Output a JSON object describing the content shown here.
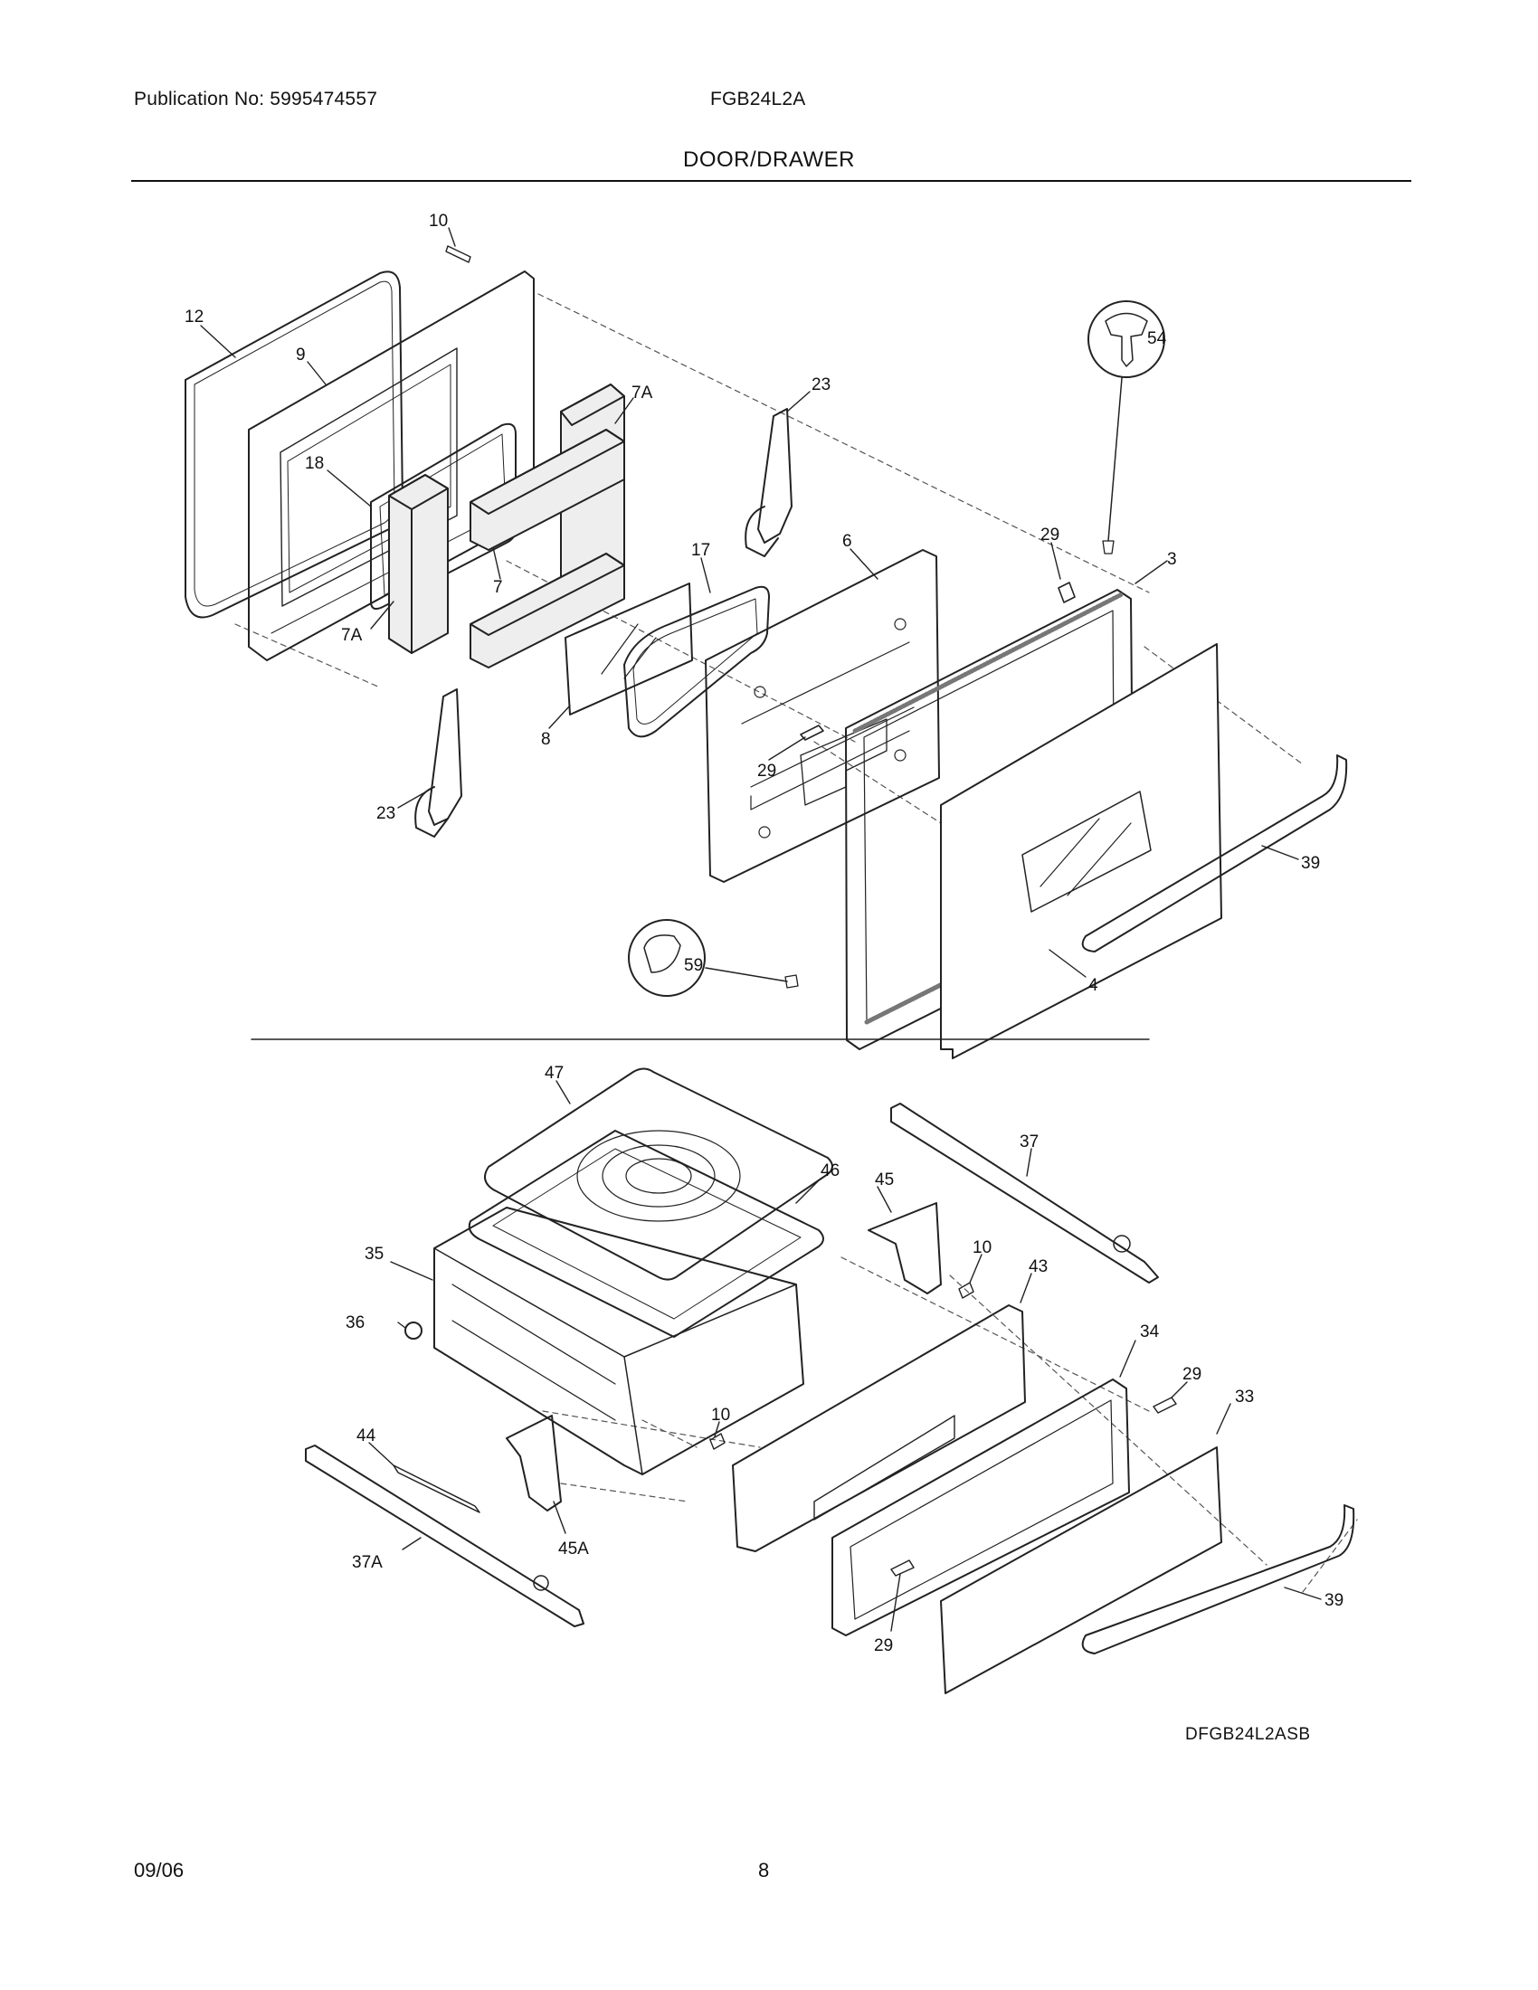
{
  "header": {
    "publication": "Publication No: 5995474557",
    "model": "FGB24L2A",
    "section_title": "DOOR/DRAWER"
  },
  "callouts": {
    "c10": "10",
    "c12": "12",
    "c9": "9",
    "c7A_top": "7A",
    "c18": "18",
    "c7": "7",
    "c7A_left": "7A",
    "c23_top": "23",
    "c23_bottom": "23",
    "c17": "17",
    "c6": "6",
    "c8": "8",
    "c29_door": "29",
    "c54": "54",
    "c29_top": "29",
    "c3": "3",
    "c39_door": "39",
    "c59": "59",
    "c4": "4",
    "c47": "47",
    "c46": "46",
    "c45": "45",
    "c37": "37",
    "c35": "35",
    "c36": "36",
    "c10_drawer_top": "10",
    "c43": "43",
    "c34": "34",
    "c29_drawer_right": "29",
    "c33": "33",
    "c44": "44",
    "c10_drawer_mid": "10",
    "c45A": "45A",
    "c37A": "37A",
    "c29_drawer_bottom": "29",
    "c39_drawer": "39"
  },
  "footer": {
    "drawing_id": "DFGB24L2ASB",
    "date": "09/06",
    "page": "8"
  }
}
